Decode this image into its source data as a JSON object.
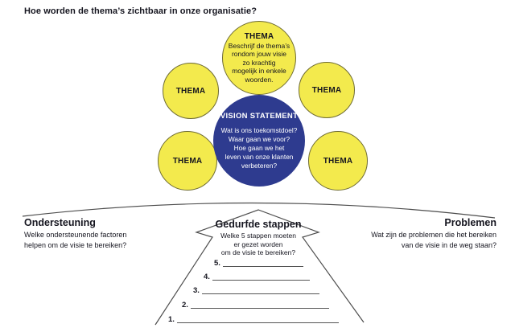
{
  "title": "Hoe worden de thema’s zichtbaar in onze organisatie?",
  "colors": {
    "bg": "#ffffff",
    "yellow": "#f3ea4d",
    "yellow_border": "#6e6b33",
    "blue": "#2e3b8f",
    "line": "#555555",
    "text_dark": "#15151f"
  },
  "circles": {
    "theme_top": {
      "label": "THEMA",
      "description": "Beschrijf de thema’s\nrondom jouw visie\nzo krachtig\nmogelijk in enkele\nwoorden."
    },
    "theme_upper_left": {
      "label": "THEMA"
    },
    "theme_upper_right": {
      "label": "THEMA"
    },
    "theme_lower_left": {
      "label": "THEMA"
    },
    "theme_lower_right": {
      "label": "THEMA"
    },
    "vision": {
      "label": "VISION STATEMENT",
      "description": "Wat is ons toekomstdoel?\nWaar gaan we voor?\nHoe gaan we het\nleven van onze klanten\nverbeteren?"
    }
  },
  "sections": {
    "support": {
      "title": "Ondersteuning",
      "description": "Welke ondersteunende factoren\nhelpen om de visie te bereiken?"
    },
    "steps": {
      "title": "Gedurfde stappen",
      "description": "Welke 5 stappen moeten\ner gezet worden\nom de visie te bereiken?",
      "items": [
        "5.",
        "4.",
        "3.",
        "2.",
        "1."
      ]
    },
    "problems": {
      "title": "Problemen",
      "description": "Wat zijn de problemen die het bereiken\nvan de visie in de weg staan?"
    }
  }
}
